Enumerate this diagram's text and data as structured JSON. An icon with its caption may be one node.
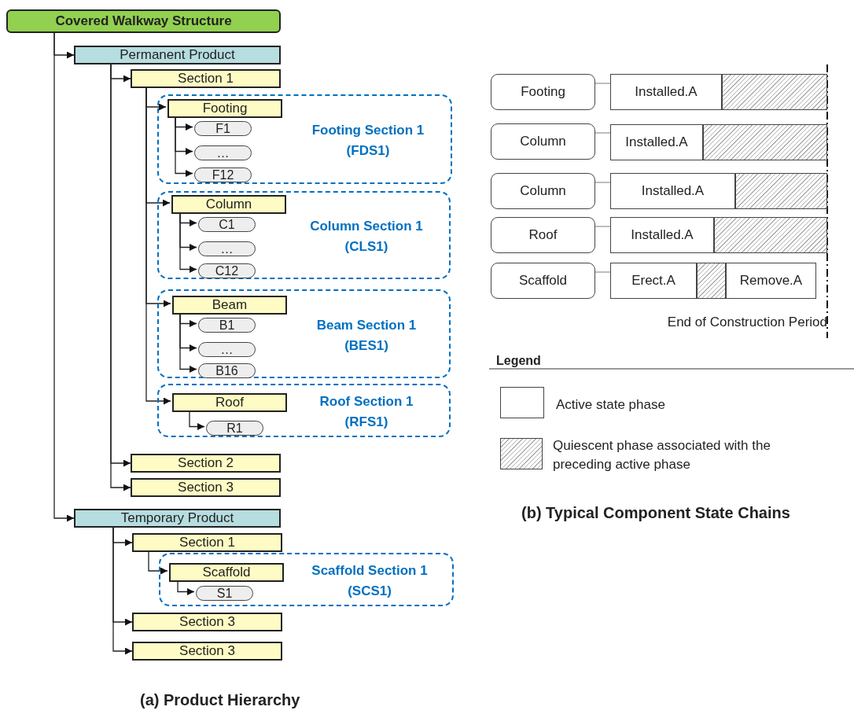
{
  "diagram": {
    "nodes": [
      {
        "text": [
          "Covered Walkway Structure"
        ]
      },
      {
        "text": [
          "Permanent Product"
        ]
      },
      {
        "text": [
          "Section 1"
        ]
      },
      {
        "text": [
          "Footing Section 1 (FDS1)"
        ]
      },
      {
        "text": [
          "Footing"
        ],
        "in": 3
      },
      {
        "text": [
          "F1"
        ],
        "in": 3
      },
      {
        "text": [
          "…"
        ],
        "in": 3
      },
      {
        "text": [
          "F12"
        ],
        "in": 3
      },
      {
        "text": [
          "Column Section 1 (CLS1)"
        ]
      },
      {
        "text": [
          "Column"
        ],
        "in": 8
      },
      {
        "text": [
          "C1"
        ],
        "in": 8
      },
      {
        "text": [
          "…"
        ],
        "in": 8
      },
      {
        "text": [
          "C12"
        ],
        "in": 8
      },
      {
        "text": [
          "Beam Section 1 (BES1)"
        ]
      },
      {
        "text": [
          "Beam"
        ],
        "in": 13
      },
      {
        "text": [
          "B1"
        ],
        "in": 13
      },
      {
        "text": [
          "…"
        ],
        "in": 13
      },
      {
        "text": [
          "B16"
        ],
        "in": 13
      },
      {
        "text": [
          "Roof Section 1 (RFS1)"
        ]
      },
      {
        "text": [
          "Roof"
        ],
        "in": 18
      },
      {
        "text": [
          "R1"
        ],
        "in": 18
      },
      {
        "text": [
          "Section 2"
        ]
      },
      {
        "text": [
          "Section 3"
        ]
      },
      {
        "text": [
          "Temporary Product"
        ]
      },
      {
        "text": [
          "Section 1"
        ]
      },
      {
        "text": [
          "Scaffold Section 1 (SCS1)"
        ]
      },
      {
        "text": [
          "Scaffold"
        ],
        "in": 25
      },
      {
        "text": [
          "S1"
        ],
        "in": 25
      },
      {
        "text": [
          "Section 3"
        ]
      },
      {
        "text": [
          "Section 3"
        ]
      },
      {
        "text": [
          "Footing"
        ]
      },
      {
        "text": [
          "Installed.A"
        ]
      },
      {
        "text": [],
        "shape": "box"
      },
      {
        "text": [
          "Column"
        ]
      },
      {
        "text": [
          "Installed.A"
        ]
      },
      {
        "text": [],
        "shape": "box"
      },
      {
        "text": [
          "Column"
        ]
      },
      {
        "text": [
          "Installed.A"
        ]
      },
      {
        "text": [],
        "shape": "box"
      },
      {
        "text": [
          "Roof"
        ]
      },
      {
        "text": [
          "Installed.A"
        ]
      },
      {
        "text": [],
        "shape": "box"
      },
      {
        "text": [
          "Scaffold"
        ]
      },
      {
        "text": [
          "Erect.A"
        ]
      },
      {
        "text": [],
        "shape": "box"
      },
      {
        "text": [
          "Remove.A"
        ]
      }
    ],
    "edges": [
      {
        "from": 0,
        "to": 1,
        "arrow": "to"
      },
      {
        "from": 1,
        "to": 2,
        "arrow": "to"
      },
      {
        "from": 2,
        "to": 4,
        "arrow": "to"
      },
      {
        "from": 4,
        "to": 5,
        "arrow": "to"
      },
      {
        "from": 4,
        "to": 6,
        "arrow": "to"
      },
      {
        "from": 4,
        "to": 7,
        "arrow": "to"
      },
      {
        "from": 2,
        "to": 9,
        "arrow": "to"
      },
      {
        "from": 9,
        "to": 10,
        "arrow": "to"
      },
      {
        "from": 9,
        "to": 11,
        "arrow": "to"
      },
      {
        "from": 9,
        "to": 12,
        "arrow": "to"
      },
      {
        "from": 2,
        "to": 14,
        "arrow": "to"
      },
      {
        "from": 14,
        "to": 15,
        "arrow": "to"
      },
      {
        "from": 14,
        "to": 16,
        "arrow": "to"
      },
      {
        "from": 14,
        "to": 17,
        "arrow": "to"
      },
      {
        "from": 2,
        "to": 19,
        "arrow": "to"
      },
      {
        "from": 19,
        "to": 20,
        "arrow": "to"
      },
      {
        "from": 1,
        "to": 21,
        "arrow": "to"
      },
      {
        "from": 1,
        "to": 22,
        "arrow": "to"
      },
      {
        "from": 0,
        "to": 23,
        "arrow": "to"
      },
      {
        "from": 23,
        "to": 24,
        "arrow": "to"
      },
      {
        "from": 24,
        "to": 26,
        "arrow": "to"
      },
      {
        "from": 26,
        "to": 27,
        "arrow": "to"
      },
      {
        "from": 23,
        "to": 28,
        "arrow": "to"
      },
      {
        "from": 23,
        "to": 29,
        "arrow": "to"
      },
      {
        "from": 30,
        "to": 31,
        "arrow": "none",
        "color": "#999999"
      },
      {
        "from": 33,
        "to": 34,
        "arrow": "none",
        "color": "#999999"
      },
      {
        "from": 36,
        "to": 37,
        "arrow": "none",
        "color": "#999999"
      },
      {
        "from": 39,
        "to": 40,
        "arrow": "none",
        "color": "#999999"
      },
      {
        "from": 42,
        "to": 43,
        "arrow": "none",
        "color": "#999999"
      }
    ],
    "labels": [
      "End of Construction Period",
      "Legend",
      "(a) Product Hierarchy",
      "(b) Typical Component State Chains"
    ],
    "legend": [
      {
        "text": "Active state phase"
      },
      {
        "text": "Quiescent phase associated with the preceding active phase"
      }
    ]
  }
}
